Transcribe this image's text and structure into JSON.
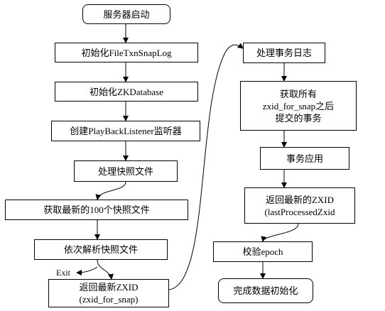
{
  "diagram": {
    "nodes": {
      "server_start": "服务器启动",
      "init_snaplog": "初始化FileTxnSnapLog",
      "init_zkdatabase": "初始化ZKDatabase",
      "create_listener": "创建PlayBackListener监听器",
      "process_snapshot": "处理快照文件",
      "get_latest_snapshots": "获取最新的100个快照文件",
      "parse_snapshots": "依次解析快照文件",
      "return_zxid_line1": "返回最新ZXID",
      "return_zxid_line2": "(zxid_for_snap)",
      "process_txlog": "处理事务日志",
      "get_tx_line1": "获取所有",
      "get_tx_line2": "zxid_for_snap之后",
      "get_tx_line3": "提交的事务",
      "apply_tx": "事务应用",
      "return_latest_line1": "返回最新的ZXID",
      "return_latest_line2": "(lastProcessedZxid",
      "verify_epoch": "校验epoch",
      "finish_init": "完成数据初始化"
    },
    "labels": {
      "exit": "Exit"
    }
  }
}
